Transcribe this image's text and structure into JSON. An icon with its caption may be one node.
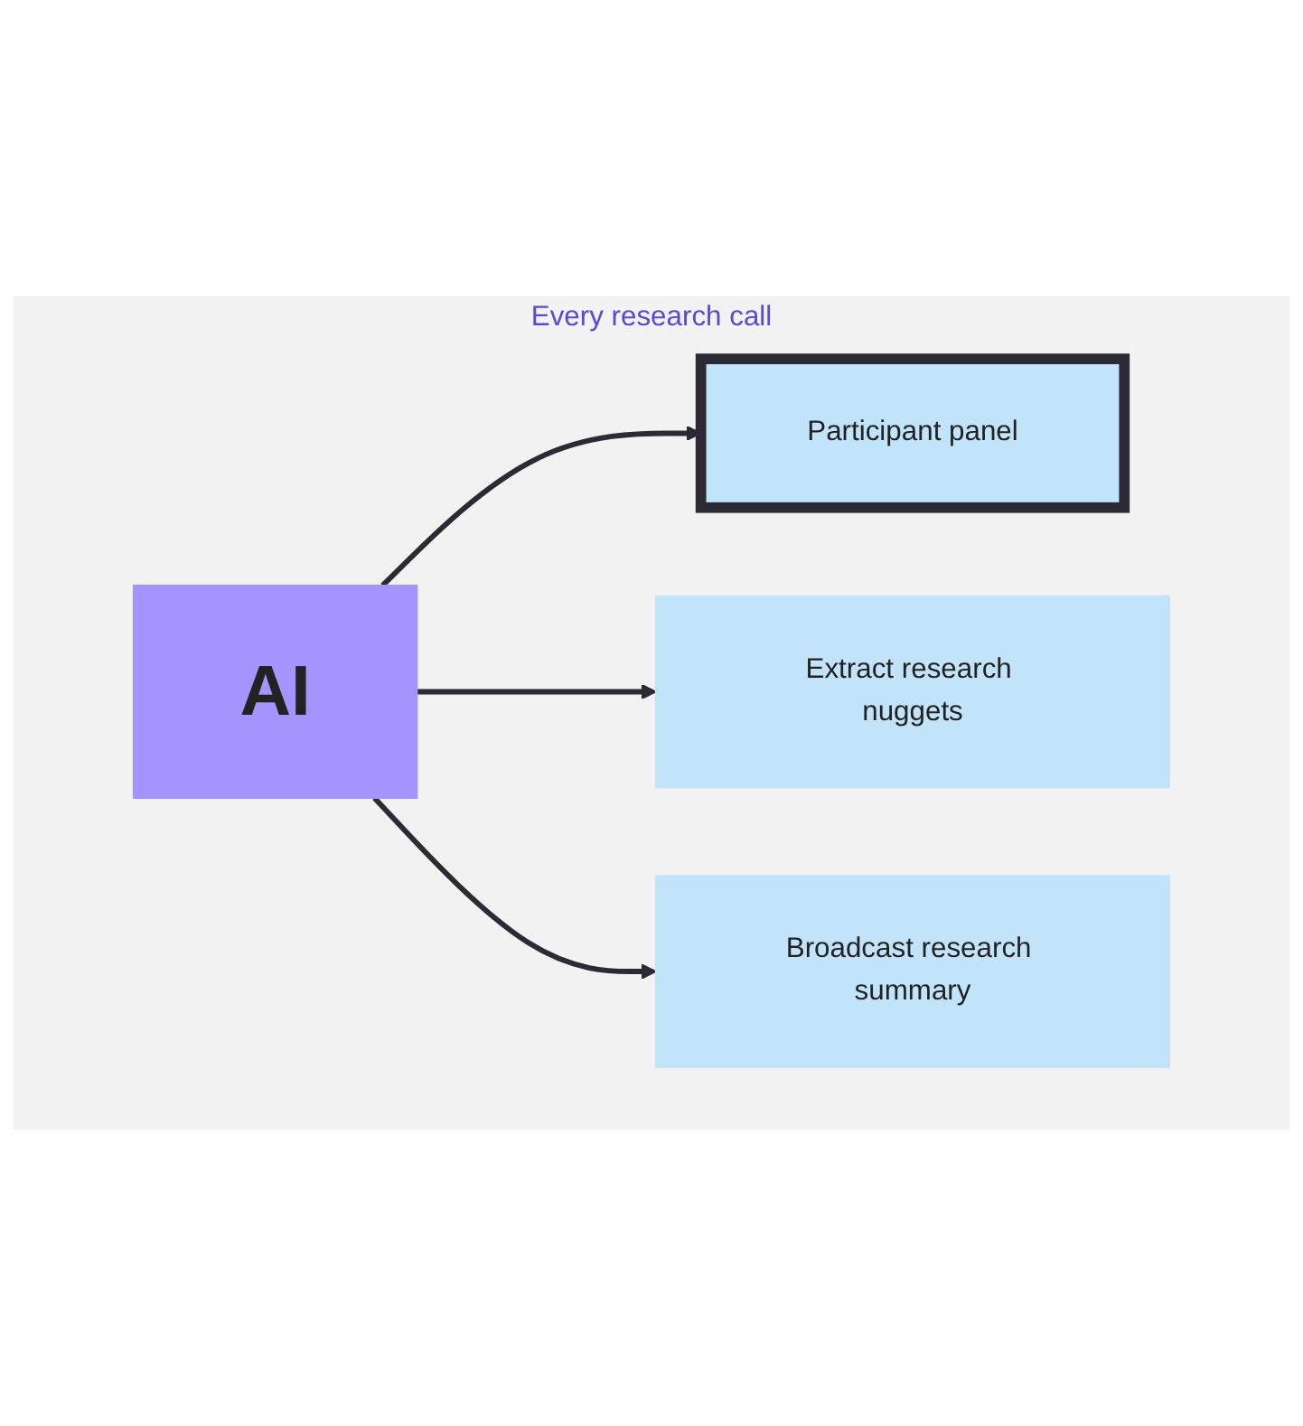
{
  "diagram": {
    "nodes": [
      {
        "text": [
          "Every research call"
        ]
      },
      {
        "text": [
          "AI"
        ],
        "in": 0
      },
      {
        "text": [
          "Participant panel"
        ],
        "in": 0
      },
      {
        "text": [
          "Extract research nuggets"
        ],
        "in": 0
      },
      {
        "text": [
          "Broadcast research summary"
        ],
        "in": 0
      }
    ],
    "edges": [
      {
        "from": 1,
        "to": 2,
        "arrow": "to"
      },
      {
        "from": 1,
        "to": 3,
        "arrow": "to"
      },
      {
        "from": 1,
        "to": 4,
        "arrow": "to"
      }
    ]
  }
}
